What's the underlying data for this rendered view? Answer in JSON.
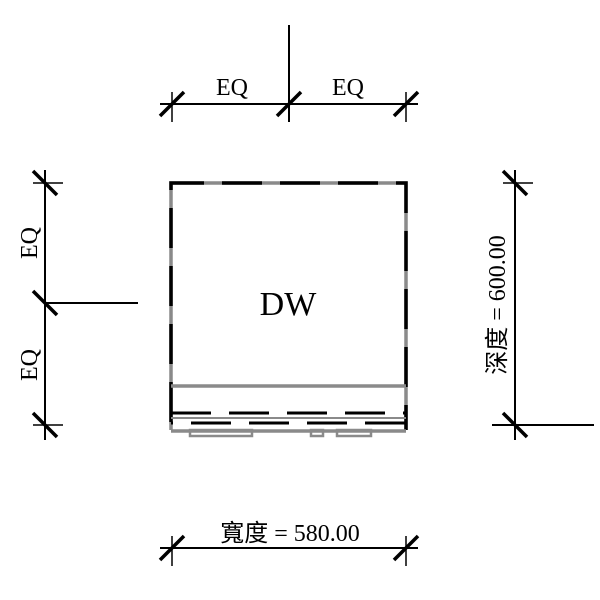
{
  "labels": {
    "top_left": "EQ",
    "top_right": "EQ",
    "left_top": "EQ",
    "left_bottom": "EQ",
    "depth": "深度 = 600.00",
    "width": "寬度 = 580.00",
    "appliance": "DW"
  },
  "colors": {
    "line": "#000000",
    "hidden": "#8a8a8a"
  }
}
